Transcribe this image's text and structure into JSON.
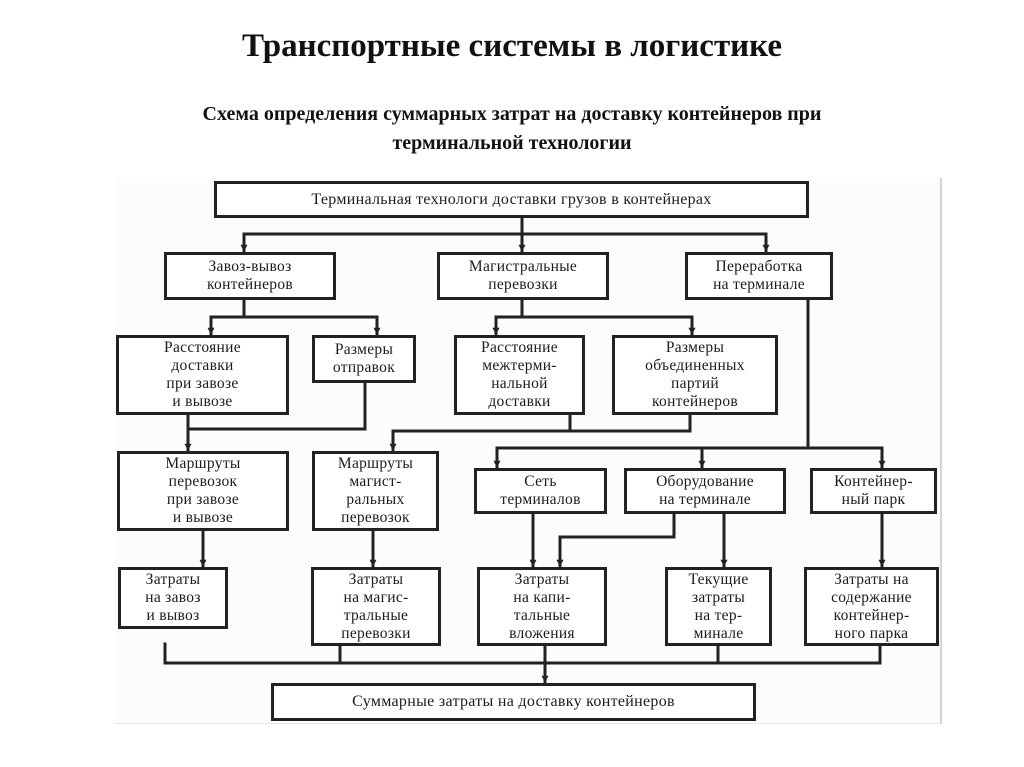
{
  "slide": {
    "title": "Транспортные системы в логистике",
    "subtitle_line1": "Схема определения суммарных затрат на доставку контейнеров при",
    "subtitle_line2": "терминальной технологии"
  },
  "diagram": {
    "root": "Терминальная технологи доставки грузов в контейнерах",
    "level1": {
      "delivery_pickup": "Завоз-вывоз\nконтейнеров",
      "mainline": "Магистральные\nперевозки",
      "terminal_handling": "Переработка\nна терминале"
    },
    "level2": {
      "delivery_distance": "Расстояние\nдоставки\nпри завозе\nи вывозе",
      "shipment_sizes": "Размеры\nотправок",
      "interterminal_distance": "Расстояние\nмежтерми-\nнальной\nдоставки",
      "consolidated_lot_sizes": "Размеры\nобъединенных\nпартий\nконтейнеров"
    },
    "level3": {
      "delivery_routes": "Маршруты\nперевозок\nпри завозе\nи вывозе",
      "mainline_routes": "Маршруты\nмагист-\nральных\nперевозок",
      "terminal_network": "Сеть\nтерминалов",
      "terminal_equipment": "Оборудование\nна терминале",
      "container_fleet": "Контейнер-\nный парк"
    },
    "level4": {
      "delivery_costs": "Затраты\nна завоз\nи вывоз",
      "mainline_costs": "Затраты\nна магис-\nтральные\nперевозки",
      "capital_costs": "Затраты\nна капи-\nтальные\nвложения",
      "terminal_current_costs": "Текущие\nзатраты\nна тер-\nминале",
      "fleet_maintenance_costs": "Затраты на\nсодержание\nконтейнер-\nного парка"
    },
    "total": "Суммарные затраты на доставку контейнеров"
  }
}
